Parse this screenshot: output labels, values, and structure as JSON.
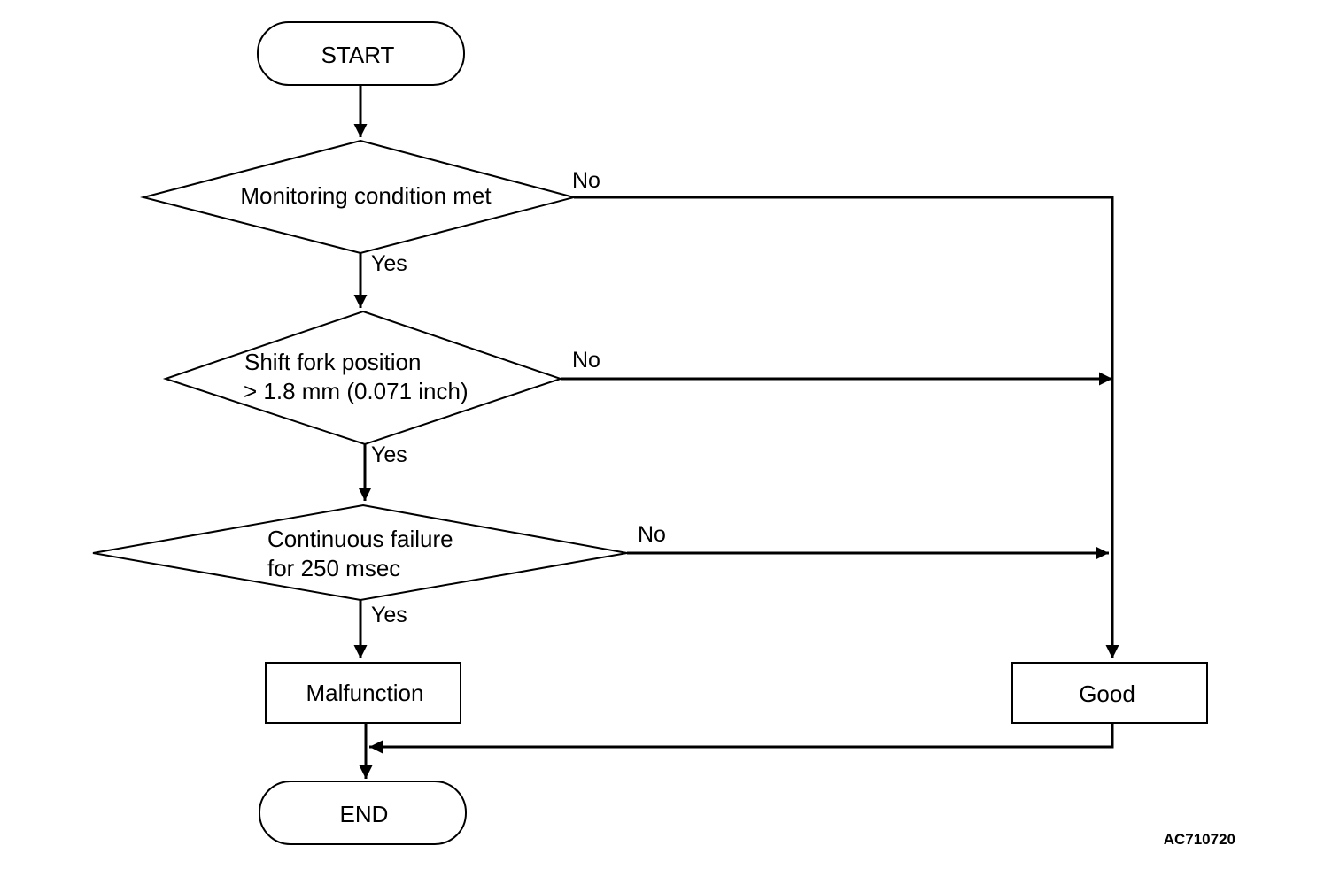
{
  "nodes": {
    "start": "START",
    "monitoring": "Monitoring condition met",
    "shift_line1": "Shift fork position",
    "shift_line2": "> 1.8 mm (0.071 inch)",
    "continuous_line1": "Continuous failure",
    "continuous_line2": "for 250 msec",
    "malfunction": "Malfunction",
    "good": "Good",
    "end": "END"
  },
  "branches": {
    "yes": "Yes",
    "no": "No"
  },
  "figure_code": "AC710720"
}
